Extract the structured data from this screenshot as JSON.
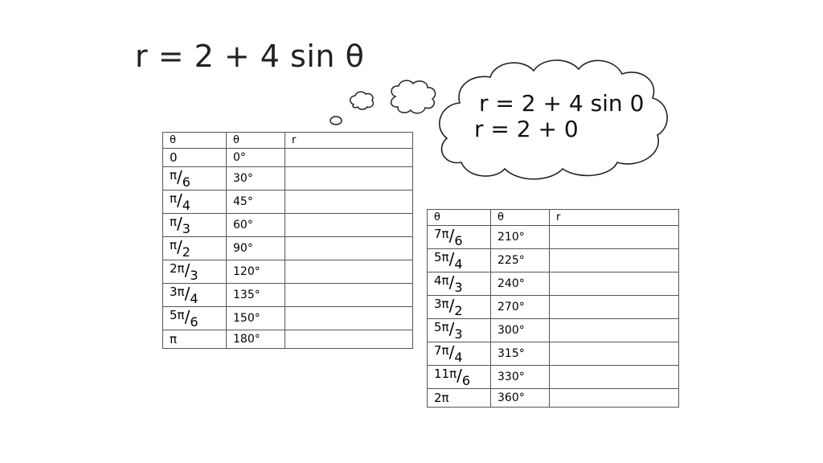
{
  "title": "r = 2 + 4 sin θ",
  "thought": {
    "line1": "r = 2 + 4 sin 0",
    "line2": "r = 2 + 0"
  },
  "table1": {
    "headers": [
      "θ",
      "θ",
      "r"
    ],
    "rows": [
      {
        "rad": "0",
        "deg": "0°",
        "r": ""
      },
      {
        "num": "π",
        "den": "6",
        "deg": "30°",
        "r": ""
      },
      {
        "num": "π",
        "den": "4",
        "deg": "45°",
        "r": ""
      },
      {
        "num": "π",
        "den": "3",
        "deg": "60°",
        "r": ""
      },
      {
        "num": "π",
        "den": "2",
        "deg": "90°",
        "r": ""
      },
      {
        "num": "2π",
        "den": "3",
        "deg": "120°",
        "r": ""
      },
      {
        "num": "3π",
        "den": "4",
        "deg": "135°",
        "r": ""
      },
      {
        "num": "5π",
        "den": "6",
        "deg": "150°",
        "r": ""
      },
      {
        "rad": "π",
        "deg": "180°",
        "r": ""
      }
    ]
  },
  "table2": {
    "headers": [
      "θ",
      "θ",
      "r"
    ],
    "rows": [
      {
        "num": "7π",
        "den": "6",
        "deg": "210°",
        "r": ""
      },
      {
        "num": "5π",
        "den": "4",
        "deg": "225°",
        "r": ""
      },
      {
        "num": "4π",
        "den": "3",
        "deg": "240°",
        "r": ""
      },
      {
        "num": "3π",
        "den": "2",
        "deg": "270°",
        "r": ""
      },
      {
        "num": "5π",
        "den": "3",
        "deg": "300°",
        "r": ""
      },
      {
        "num": "7π",
        "den": "4",
        "deg": "315°",
        "r": ""
      },
      {
        "num": "11π",
        "den": "6",
        "deg": "330°",
        "r": ""
      },
      {
        "rad": "2π",
        "deg": "360°",
        "r": ""
      }
    ]
  }
}
